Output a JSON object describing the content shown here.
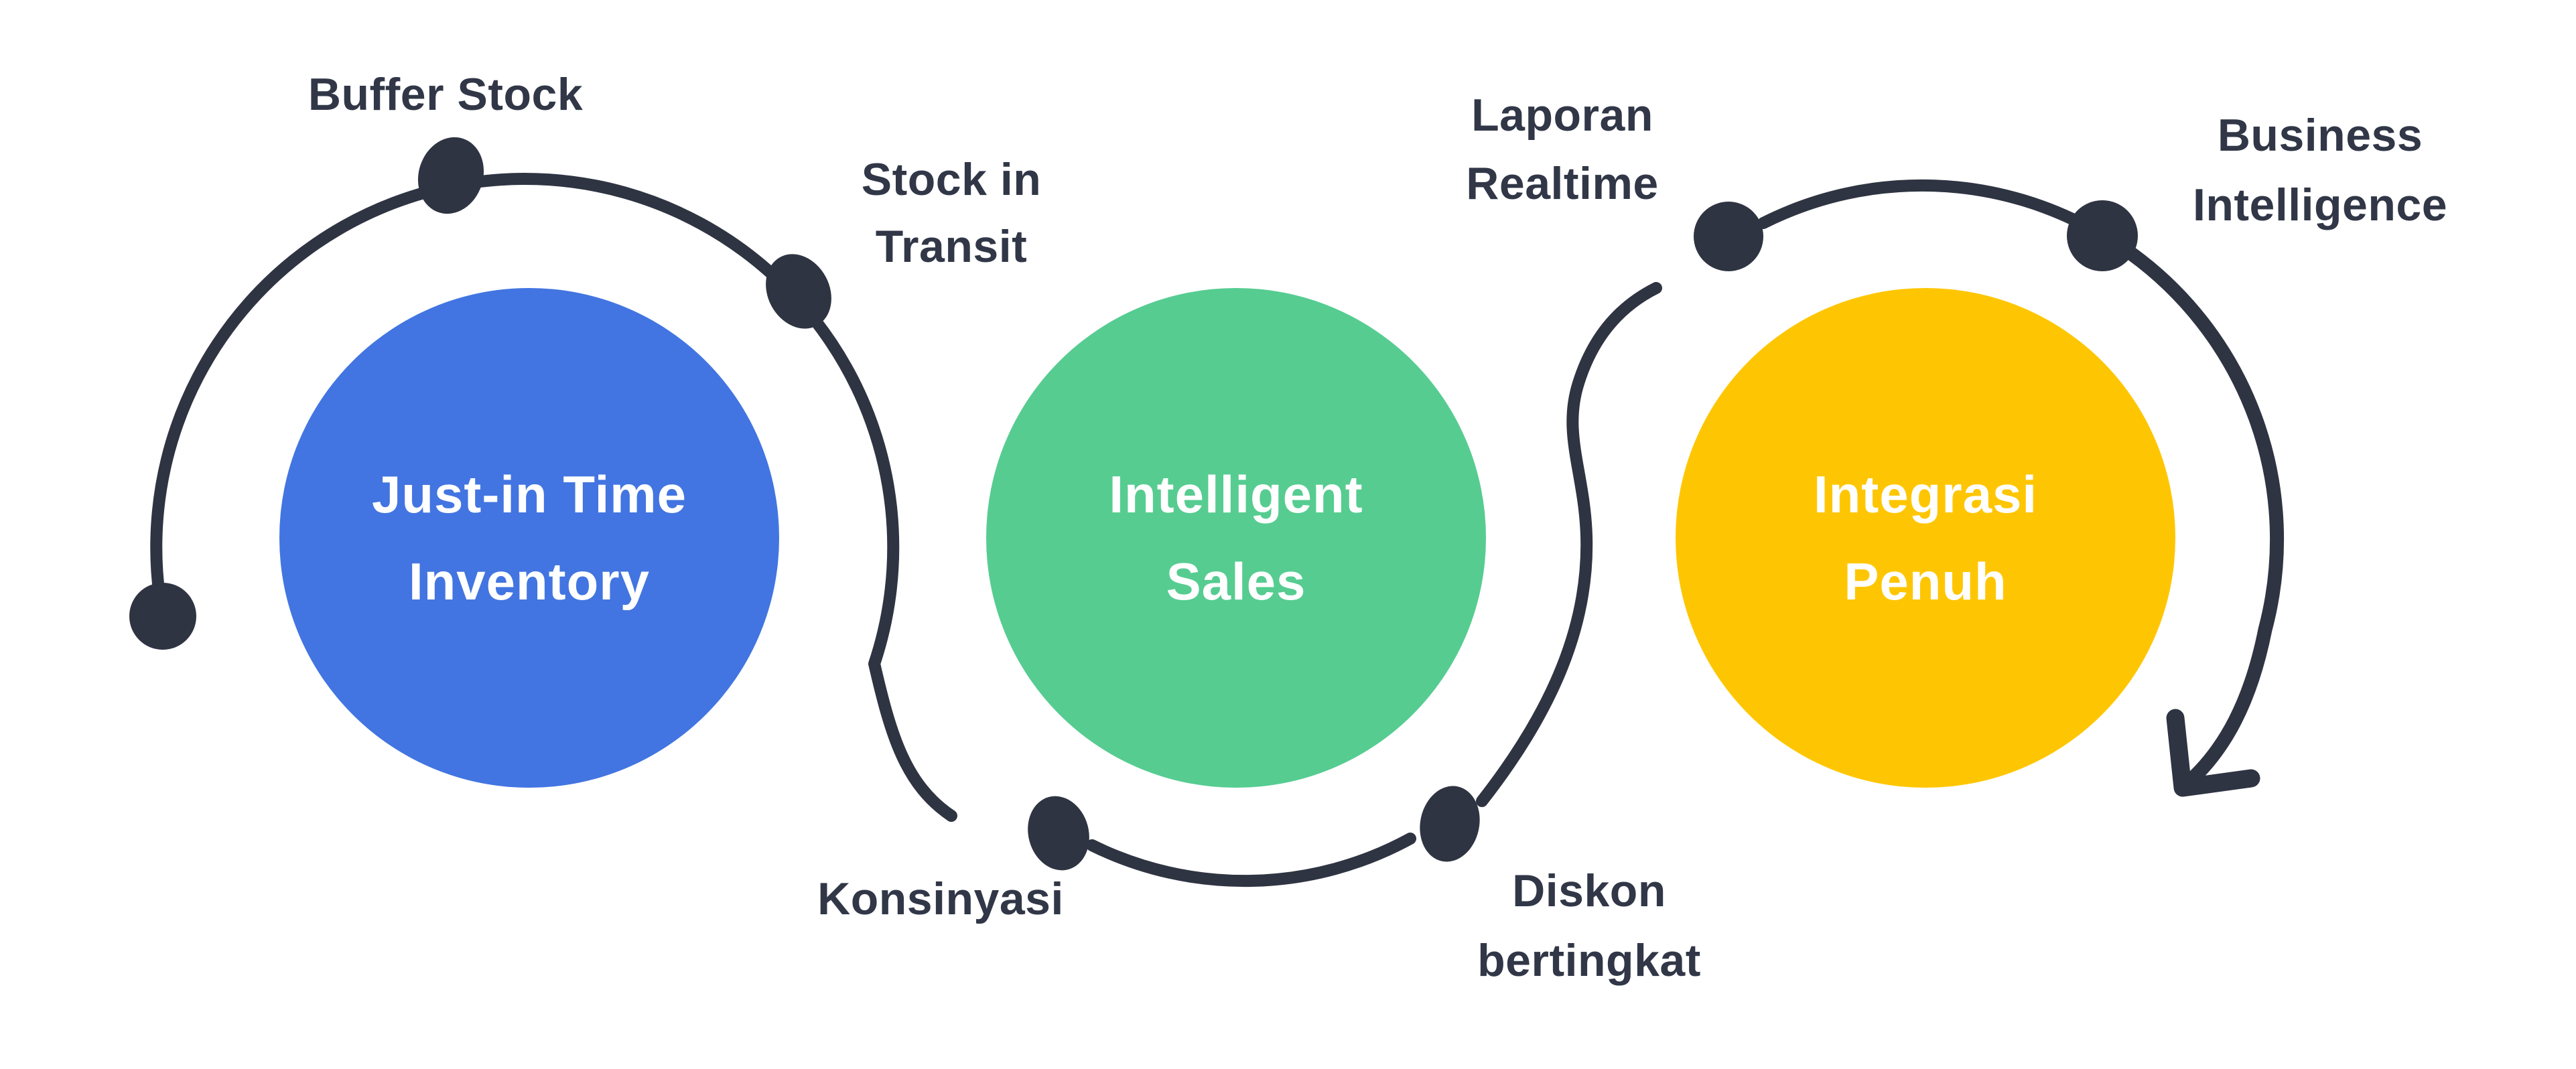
{
  "diagram": {
    "background": "#ffffff",
    "stroke_color": "#2f3442",
    "label_color": "#313747",
    "stage_text_color": "#ffffff"
  },
  "stages": [
    {
      "name": "just-in-time-inventory",
      "line1": "Just-in Time",
      "line2": "Inventory",
      "color": "#4275e1"
    },
    {
      "name": "intelligent-sales",
      "line1": "Intelligent",
      "line2": "Sales",
      "color": "#56cc91"
    },
    {
      "name": "integrasi-penuh",
      "line1": "Integrasi",
      "line2": "Penuh",
      "color": "#fec602"
    }
  ],
  "milestones": {
    "buffer_stock": {
      "label": "Buffer Stock"
    },
    "stock_in_transit": {
      "line1": "Stock in",
      "line2": "Transit"
    },
    "konsinyasi": {
      "label": "Konsinyasi"
    },
    "diskon_bertingkat": {
      "line1": "Diskon",
      "line2": "bertingkat"
    },
    "laporan_realtime": {
      "line1": "Laporan",
      "line2": "Realtime"
    },
    "business_intelligence": {
      "line1": "Business",
      "line2": "Intelligence"
    }
  }
}
